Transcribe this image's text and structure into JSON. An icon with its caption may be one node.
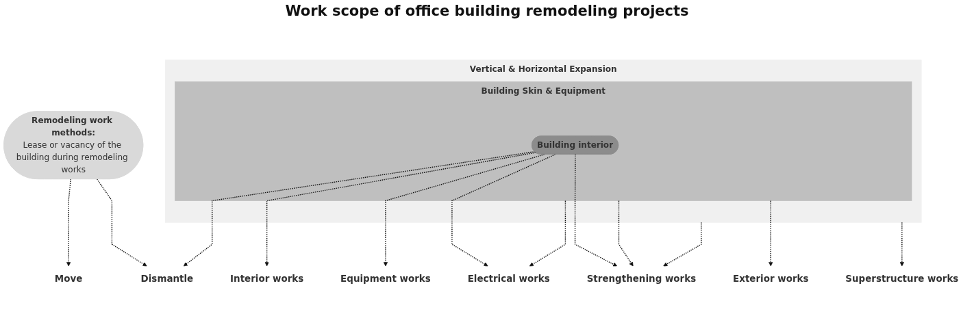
{
  "diagram": {
    "title": "Work scope of office building remodeling projects",
    "nodes": [
      {
        "text": [
          "Remodeling work methods:",
          "Lease or vacancy of the building during remodeling works"
        ]
      },
      {
        "text": [
          "Vertical & Horizontal Expansion"
        ]
      },
      {
        "text": [
          "Building Skin & Equipment"
        ],
        "in": 1
      },
      {
        "text": [
          "Building interior"
        ],
        "in": 2
      },
      {
        "text": [
          "Move"
        ]
      },
      {
        "text": [
          "Dismantle"
        ]
      },
      {
        "text": [
          "Interior works"
        ]
      },
      {
        "text": [
          "Equipment works"
        ]
      },
      {
        "text": [
          "Electrical works"
        ]
      },
      {
        "text": [
          "Exterior works"
        ]
      },
      {
        "text": [
          "Strengthening works"
        ]
      },
      {
        "text": [
          "Superstructure works"
        ]
      }
    ],
    "edges": [
      {
        "from": 0,
        "to": 4,
        "arrow": "to",
        "style": "dashed"
      },
      {
        "from": 0,
        "to": 5,
        "arrow": "to",
        "style": "dashed"
      },
      {
        "from": 3,
        "to": 5,
        "arrow": "to",
        "style": "dashed"
      },
      {
        "from": 3,
        "to": 6,
        "arrow": "to",
        "style": "dashed"
      },
      {
        "from": 3,
        "to": 7,
        "arrow": "to",
        "style": "dashed"
      },
      {
        "from": 3,
        "to": 8,
        "arrow": "to",
        "style": "dashed"
      },
      {
        "from": 3,
        "to": 10,
        "arrow": "to",
        "style": "dashed"
      },
      {
        "from": 2,
        "to": 8,
        "arrow": "to",
        "style": "dashed"
      },
      {
        "from": 2,
        "to": 9,
        "arrow": "to",
        "style": "dashed"
      },
      {
        "from": 2,
        "to": 10,
        "arrow": "to",
        "style": "dashed"
      },
      {
        "from": 1,
        "to": 10,
        "arrow": "to",
        "style": "dashed"
      },
      {
        "from": 1,
        "to": 11,
        "arrow": "to",
        "style": "dashed"
      }
    ]
  }
}
